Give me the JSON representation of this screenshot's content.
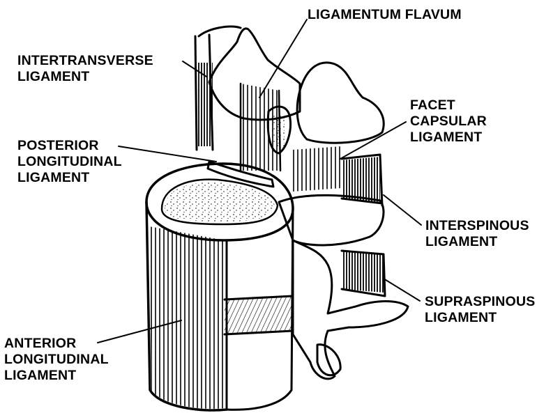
{
  "labels": {
    "ligamentum_flavum": [
      "LIGAMENTUM FLAVUM"
    ],
    "intertransverse": [
      "INTERTRANSVERSE",
      "LIGAMENT"
    ],
    "facet_capsular": [
      "FACET",
      "CAPSULAR",
      "LIGAMENT"
    ],
    "posterior_longitudinal": [
      "POSTERIOR",
      "LONGITUDINAL",
      "LIGAMENT"
    ],
    "interspinous": [
      "INTERSPINOUS",
      "LIGAMENT"
    ],
    "supraspinous": [
      "SUPRASPINOUS",
      "LIGAMENT"
    ],
    "anterior_longitudinal": [
      "ANTERIOR",
      "LONGITUDINAL",
      "LIGAMENT"
    ]
  },
  "colors": {
    "ink": "#000000",
    "paper": "#ffffff"
  }
}
